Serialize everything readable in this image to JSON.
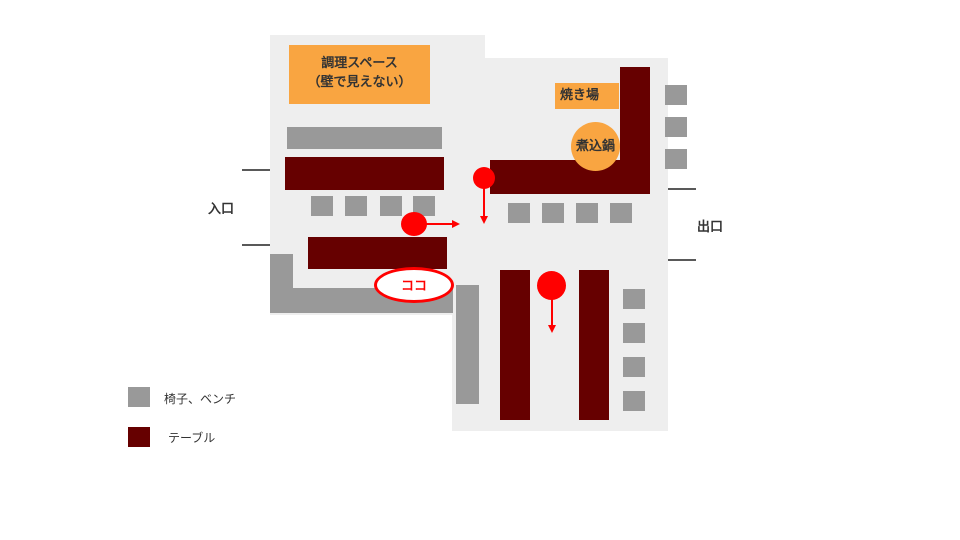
{
  "floor_plan": {
    "kitchen_label_line1": "調理スペース",
    "kitchen_label_line2": "（壁で見えない）",
    "grill_label": "焼き場",
    "stew_pot_label": "煮込鍋",
    "entrance_label": "入口",
    "exit_label": "出口",
    "here_label": "ココ"
  },
  "legend": {
    "seat_label": "椅子、ベンチ",
    "table_label": "テーブル"
  },
  "colors": {
    "floor": "#eeeeee",
    "table": "#660000",
    "seat": "#999999",
    "kitchen": "#f9a541",
    "marker": "#ff0000"
  }
}
